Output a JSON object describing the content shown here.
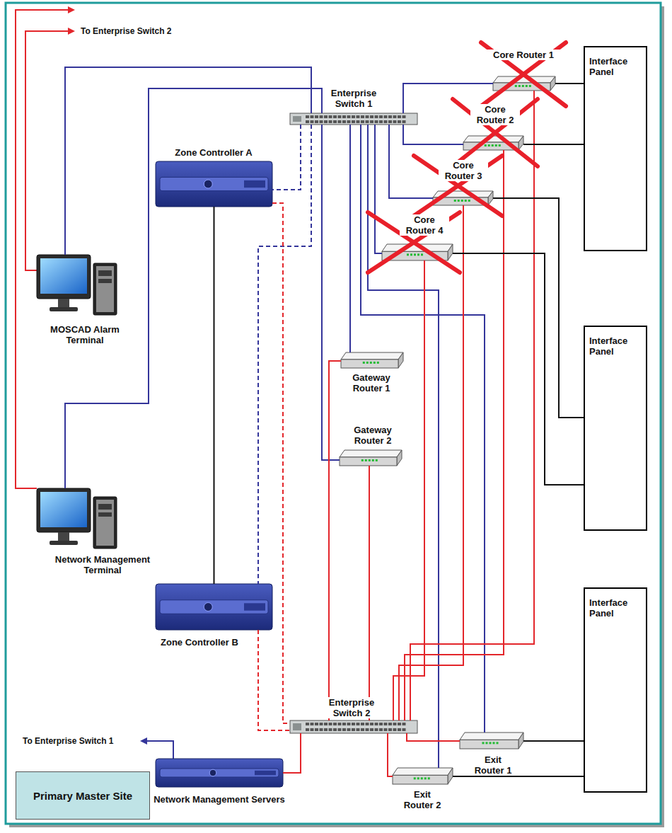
{
  "diagram": {
    "nodes": [
      {
        "text": [
          "Core Router 1"
        ]
      },
      {
        "text": [
          "Core Router 2"
        ]
      },
      {
        "text": [
          "Core Router 3"
        ]
      },
      {
        "text": [
          "Core Router 4"
        ]
      },
      {
        "text": [
          "Enterprise Switch 1"
        ]
      },
      {
        "text": [
          "Interface Panel"
        ]
      },
      {
        "text": [
          "Interface Panel"
        ]
      },
      {
        "text": [
          "Interface Panel"
        ]
      },
      {
        "text": [
          "Zone Controller A"
        ]
      },
      {
        "text": [
          "MOSCAD Alarm Terminal"
        ]
      },
      {
        "text": [
          "Gateway Router 1"
        ]
      },
      {
        "text": [
          "Gateway Router 2"
        ]
      },
      {
        "text": [
          "Network Management Terminal"
        ]
      },
      {
        "text": [
          "Zone Controller B"
        ]
      },
      {
        "text": [
          "Enterprise Switch 2"
        ]
      },
      {
        "text": [
          "Network Management Servers"
        ]
      },
      {
        "text": [
          "Exit Router 1"
        ]
      },
      {
        "text": [
          "Exit Router 2"
        ]
      },
      {
        "text": [
          "Primary Master Site"
        ]
      }
    ],
    "edges": [
      {
        "from": 4,
        "to": 0,
        "arrow": "none"
      },
      {
        "from": 4,
        "to": 1,
        "arrow": "none"
      },
      {
        "from": 4,
        "to": 2,
        "arrow": "none"
      },
      {
        "from": 4,
        "to": 3,
        "arrow": "none"
      },
      {
        "from": 4,
        "to": 9,
        "arrow": "none"
      },
      {
        "from": 4,
        "to": 12,
        "arrow": "none"
      },
      {
        "from": 4,
        "to": 8,
        "arrow": "none"
      },
      {
        "from": 4,
        "to": 13,
        "arrow": "none"
      },
      {
        "from": 4,
        "to": 10,
        "arrow": "none"
      },
      {
        "from": 4,
        "to": 11,
        "arrow": "none"
      },
      {
        "from": 4,
        "to": 16,
        "arrow": "none"
      },
      {
        "from": 4,
        "to": 17,
        "arrow": "none"
      },
      {
        "from": 14,
        "to": 0,
        "arrow": "none"
      },
      {
        "from": 14,
        "to": 1,
        "arrow": "none"
      },
      {
        "from": 14,
        "to": 2,
        "arrow": "none"
      },
      {
        "from": 14,
        "to": 3,
        "arrow": "none"
      },
      {
        "from": 14,
        "to": 10,
        "arrow": "none"
      },
      {
        "from": 14,
        "to": 11,
        "arrow": "none"
      },
      {
        "from": 8,
        "to": 14,
        "arrow": "none"
      },
      {
        "from": 13,
        "to": 14,
        "arrow": "none"
      },
      {
        "from": 14,
        "to": 15,
        "arrow": "none"
      },
      {
        "from": 14,
        "to": 16,
        "arrow": "none"
      },
      {
        "from": 14,
        "to": 17,
        "arrow": "none"
      },
      {
        "from": 8,
        "to": 13,
        "arrow": "none"
      },
      {
        "from": 0,
        "to": 5,
        "arrow": "none"
      },
      {
        "from": 1,
        "to": 5,
        "arrow": "none"
      },
      {
        "from": 2,
        "to": 6,
        "arrow": "none"
      },
      {
        "from": 3,
        "to": 6,
        "arrow": "none"
      },
      {
        "from": 16,
        "to": 7,
        "arrow": "none"
      },
      {
        "from": 17,
        "to": 7,
        "arrow": "none"
      }
    ],
    "labels": [
      "To Enterprise Switch 2",
      "To Enterprise Switch 1"
    ]
  }
}
